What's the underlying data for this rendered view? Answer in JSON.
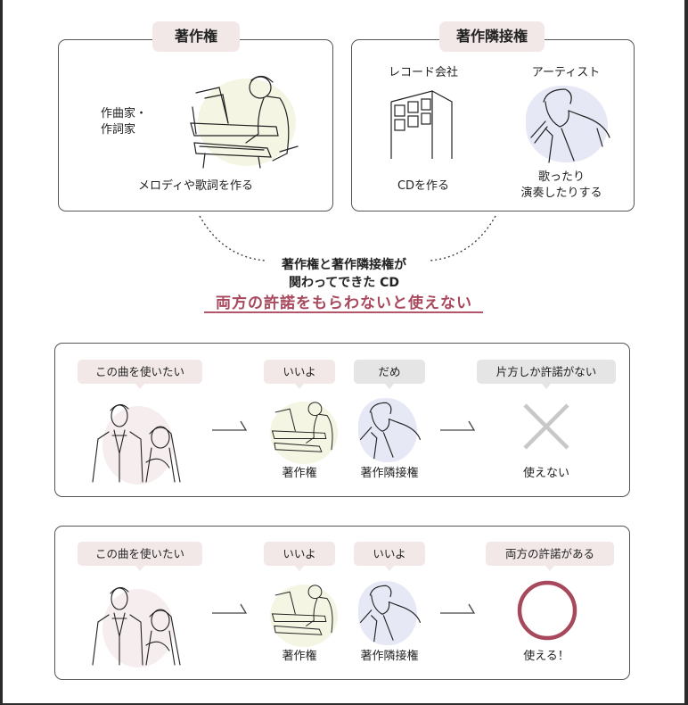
{
  "top": {
    "copyright": {
      "tag": "著作権",
      "creator_label_line1": "作曲家・",
      "creator_label_line2": "作詞家",
      "caption": "メロディや歌詞を作る",
      "illustration": "pianist-illustration"
    },
    "neighboring": {
      "tag": "著作隣接権",
      "record_company": {
        "label": "レコード会社",
        "caption": "CDを作る",
        "illustration": "building-illustration"
      },
      "artist": {
        "label": "アーティスト",
        "caption_line1": "歌ったり",
        "caption_line2": "演奏したりする",
        "illustration": "singer-illustration"
      }
    }
  },
  "middle": {
    "line1": "著作権と著作隣接権が",
    "line2": "関わってできた CD",
    "emphasis": "両方の許諾をもらわないと使えない"
  },
  "scenarios": [
    {
      "requester_bubble": "この曲を使いたい",
      "copyright_bubble": "いいよ",
      "copyright_label": "著作権",
      "neighboring_bubble": "だめ",
      "neighboring_label": "著作隣接権",
      "result_bubble": "片方しか許諾がない",
      "result_icon": "cross-icon",
      "result_label": "使えない"
    },
    {
      "requester_bubble": "この曲を使いたい",
      "copyright_bubble": "いいよ",
      "copyright_label": "著作権",
      "neighboring_bubble": "いいよ",
      "neighboring_label": "著作隣接権",
      "result_bubble": "両方の許諾がある",
      "result_icon": "circle-ok-icon",
      "result_label": "使える！"
    }
  ],
  "colors": {
    "accent": "#a8485c",
    "tag_bg": "#f3e8e8",
    "gray_bubble": "#e5e5e5",
    "pianist_blob": "#f4f5e2",
    "singer_blob": "#e6e8f5",
    "couple_blob": "#f6eeee",
    "cross": "#c8c8c8"
  }
}
